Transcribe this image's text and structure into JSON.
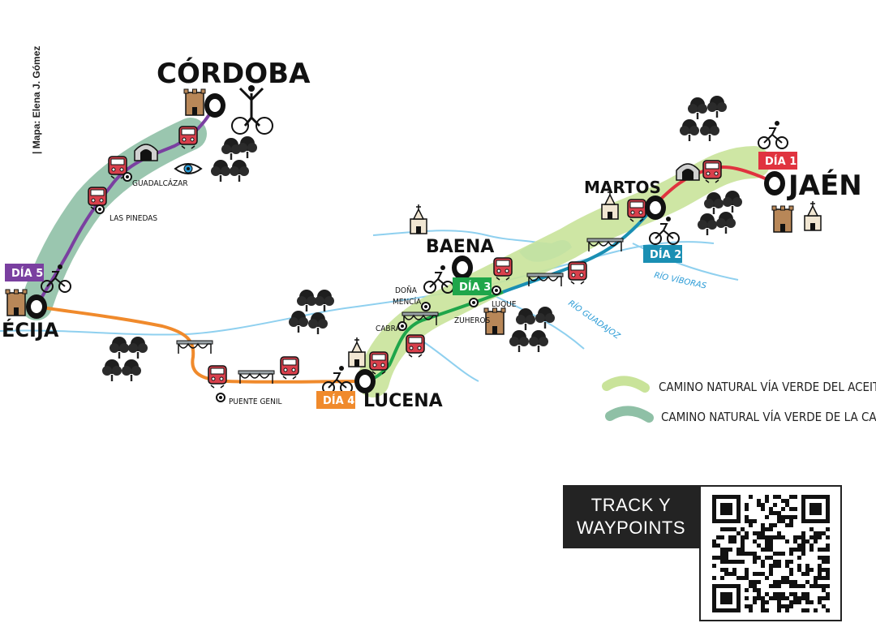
{
  "credit": "| Mapa: Elena J. Gómez",
  "cities": {
    "cordoba": "CÓRDOBA",
    "jaen": "JAÉN",
    "ecija": "ÉCIJA",
    "lucena": "LUCENA",
    "baena": "BAENA",
    "martos": "MARTOS"
  },
  "towns": {
    "guadalcazar": "GUADALCÁZAR",
    "las_pinedas": "LAS PINEDAS",
    "puente_genil": "PUENTE GENIL",
    "dona_mencia_1": "DOÑA",
    "dona_mencia_2": "MENCÍA",
    "cabra": "CABRA",
    "zuheros": "ZUHEROS",
    "luque": "LUQUE"
  },
  "rivers": {
    "guadajoz": "RÍO GUADAJOZ",
    "viboras": "RÍO VÍBORAS"
  },
  "days": {
    "d1": "DÍA 1",
    "d2": "DÍA 2",
    "d3": "DÍA 3",
    "d4": "DÍA 4",
    "d5": "DÍA 5"
  },
  "legend": {
    "aceite": "CAMINO NATURAL VÍA VERDE DEL ACEITE",
    "campina": "CAMINO NATURAL VÍA VERDE DE LA CAMPIÑA"
  },
  "track": {
    "line1": "TRACK Y",
    "line2": "WAYPOINTS"
  },
  "colors": {
    "aceite_band": "#c9e39a",
    "campina_band": "#8fc0a6",
    "day1": "#e0333f",
    "day2": "#1a8fb3",
    "day3": "#1fa64a",
    "day4": "#f08a2c",
    "day5": "#7a3fa0",
    "river": "#8fd0ef",
    "ink": "#111111"
  },
  "icons": [
    "train-icon",
    "tunnel-icon",
    "bridge-icon",
    "cyclist-icon",
    "tree-icon",
    "castle-icon",
    "church-icon",
    "eye-icon",
    "qr-code-icon"
  ]
}
